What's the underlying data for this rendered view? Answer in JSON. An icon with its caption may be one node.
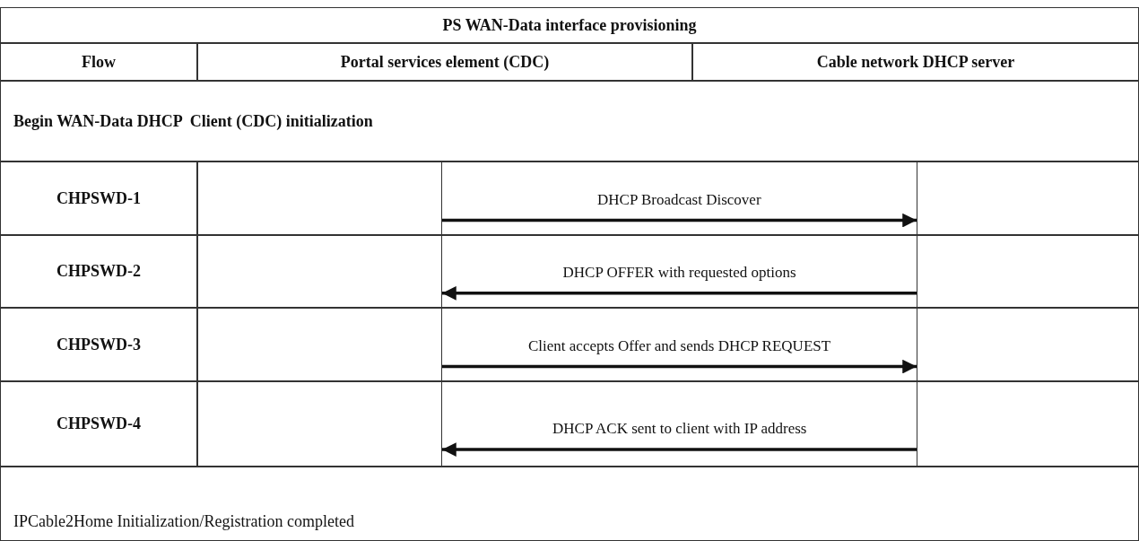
{
  "diagram": {
    "nodes": [
      {
        "text": [],
        "shape": "box"
      },
      {
        "text": [],
        "shape": "box"
      },
      {
        "text": [],
        "shape": "box"
      },
      {
        "text": [],
        "shape": "box"
      },
      {
        "text": [],
        "shape": "box"
      },
      {
        "text": [],
        "shape": "box"
      },
      {
        "text": [],
        "shape": "box"
      },
      {
        "text": [],
        "shape": "box"
      }
    ],
    "edges": [
      {
        "from": 0,
        "to": 1,
        "arrow": "to",
        "label": "DHCP Broadcast Discover"
      },
      {
        "from": 3,
        "to": 2,
        "arrow": "to",
        "label": "DHCP OFFER with requested options"
      },
      {
        "from": 4,
        "to": 5,
        "arrow": "to",
        "label": "Client accepts Offer and sends DHCP REQUEST"
      },
      {
        "from": 7,
        "to": 6,
        "arrow": "to",
        "label": "DHCP ACK sent to client with IP address"
      }
    ],
    "labels": [
      "PS WAN-Data interface provisioning",
      "Flow",
      "Portal services element (CDC)",
      "Cable network DHCP server",
      "Begin WAN-Data DHCP  Client (CDC) initialization",
      "CHPSWD-1",
      "CHPSWD-2",
      "CHPSWD-3",
      "CHPSWD-4",
      "IPCable2Home Initialization/Registration completed"
    ]
  }
}
